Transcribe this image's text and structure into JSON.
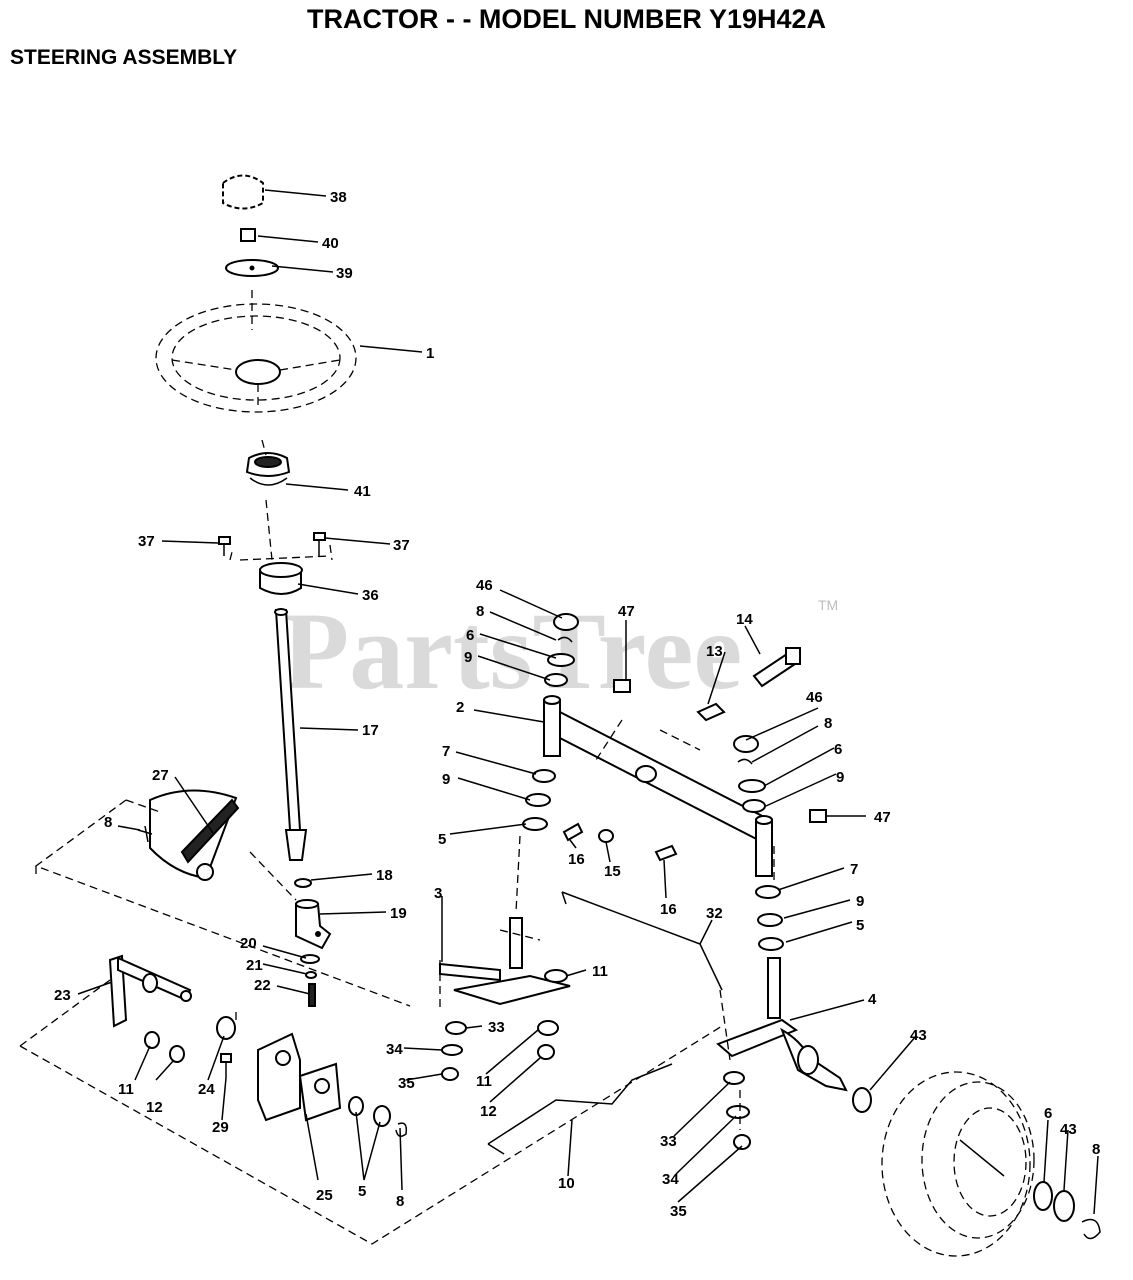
{
  "header": {
    "title": "TRACTOR - - MODEL NUMBER Y19H42A",
    "subtitle": "STEERING ASSEMBLY"
  },
  "watermark": {
    "text": "PartsTree",
    "trademark": "TM"
  },
  "callouts": [
    {
      "id": "c38",
      "text": "38"
    },
    {
      "id": "c40",
      "text": "40"
    },
    {
      "id": "c39",
      "text": "39"
    },
    {
      "id": "c1",
      "text": "1"
    },
    {
      "id": "c41",
      "text": "41"
    },
    {
      "id": "c37a",
      "text": "37"
    },
    {
      "id": "c37b",
      "text": "37"
    },
    {
      "id": "c36",
      "text": "36"
    },
    {
      "id": "c17",
      "text": "17"
    },
    {
      "id": "c27",
      "text": "27"
    },
    {
      "id": "c8a",
      "text": "8"
    },
    {
      "id": "c18",
      "text": "18"
    },
    {
      "id": "c19",
      "text": "19"
    },
    {
      "id": "c20",
      "text": "20"
    },
    {
      "id": "c21",
      "text": "21"
    },
    {
      "id": "c22",
      "text": "22"
    },
    {
      "id": "c23",
      "text": "23"
    },
    {
      "id": "c11a",
      "text": "11"
    },
    {
      "id": "c12a",
      "text": "12"
    },
    {
      "id": "c24",
      "text": "24"
    },
    {
      "id": "c29",
      "text": "29"
    },
    {
      "id": "c25",
      "text": "25"
    },
    {
      "id": "c5a",
      "text": "5"
    },
    {
      "id": "c8b",
      "text": "8"
    },
    {
      "id": "c46a",
      "text": "46"
    },
    {
      "id": "c8c",
      "text": "8"
    },
    {
      "id": "c6a",
      "text": "6"
    },
    {
      "id": "c9a",
      "text": "9"
    },
    {
      "id": "c47a",
      "text": "47"
    },
    {
      "id": "c14",
      "text": "14"
    },
    {
      "id": "c13",
      "text": "13"
    },
    {
      "id": "c2",
      "text": "2"
    },
    {
      "id": "c7a",
      "text": "7"
    },
    {
      "id": "c9b",
      "text": "9"
    },
    {
      "id": "c5b",
      "text": "5"
    },
    {
      "id": "c16a",
      "text": "16"
    },
    {
      "id": "c15",
      "text": "15"
    },
    {
      "id": "c16b",
      "text": "16"
    },
    {
      "id": "c46b",
      "text": "46"
    },
    {
      "id": "c8d",
      "text": "8"
    },
    {
      "id": "c6b",
      "text": "6"
    },
    {
      "id": "c9c",
      "text": "9"
    },
    {
      "id": "c47b",
      "text": "47"
    },
    {
      "id": "c7b",
      "text": "7"
    },
    {
      "id": "c9d",
      "text": "9"
    },
    {
      "id": "c5c",
      "text": "5"
    },
    {
      "id": "c3",
      "text": "3"
    },
    {
      "id": "c32",
      "text": "32"
    },
    {
      "id": "c11b",
      "text": "11"
    },
    {
      "id": "c33a",
      "text": "33"
    },
    {
      "id": "c34a",
      "text": "34"
    },
    {
      "id": "c11c",
      "text": "11"
    },
    {
      "id": "c35a",
      "text": "35"
    },
    {
      "id": "c12b",
      "text": "12"
    },
    {
      "id": "c4",
      "text": "4"
    },
    {
      "id": "c43a",
      "text": "43"
    },
    {
      "id": "c10",
      "text": "10"
    },
    {
      "id": "c33b",
      "text": "33"
    },
    {
      "id": "c34b",
      "text": "34"
    },
    {
      "id": "c35b",
      "text": "35"
    },
    {
      "id": "c6c",
      "text": "6"
    },
    {
      "id": "c43b",
      "text": "43"
    },
    {
      "id": "c8e",
      "text": "8"
    }
  ]
}
